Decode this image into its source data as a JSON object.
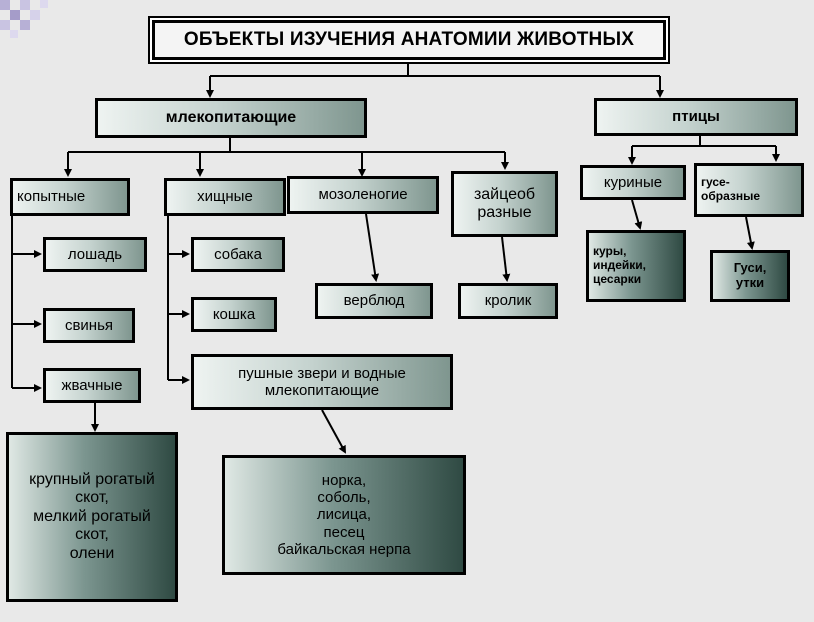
{
  "title": "ОБЪЕКТЫ ИЗУЧЕНИЯ АНАТОМИИ ЖИВОТНЫХ",
  "mammals": "млекопитающие",
  "birds": "птицы",
  "ungulates": "копытные",
  "predators": "хищные",
  "calluspods": "мозоленогие",
  "lagomorphs": "зайцеоб\nразные",
  "gallinaceous": "куриные",
  "anseriformes": "гусе-\nобразные",
  "horse": "лошадь",
  "pig": "свинья",
  "ruminants": "жвачные",
  "cattle": "крупный рогатый\nскот,\nмелкий рогатый\nскот,\nолени",
  "dog": "собака",
  "cat": "кошка",
  "fur_animals": "пушные звери и водные\nмлекопитающие",
  "fur_list": "норка,\nсоболь,\nлисица,\nпесец\nбайкальская нерпа",
  "camel": "верблюд",
  "rabbit": "кролик",
  "chickens": "куры,\nиндейки,\nцесарки",
  "geese": "Гуси,\nутки"
}
